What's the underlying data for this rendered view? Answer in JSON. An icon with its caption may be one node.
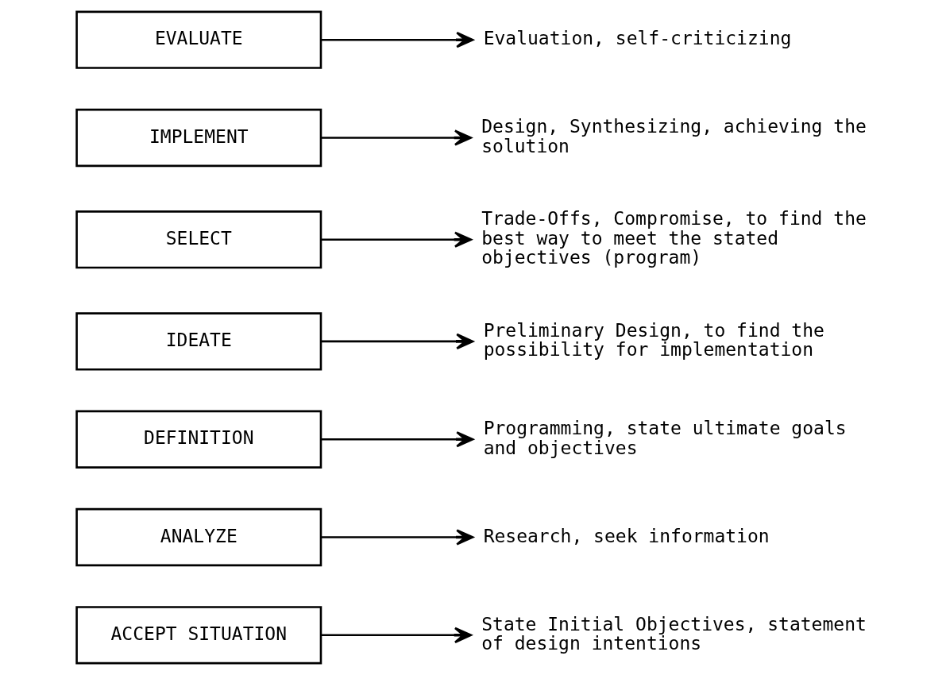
{
  "diagram": {
    "nodes": [
      {
        "text": [
          "ACCEPT SITUATION"
        ]
      },
      {
        "text": [
          "State Initial Objectives, statement of design intentions"
        ]
      },
      {
        "text": [
          "ANALYZE"
        ]
      },
      {
        "text": [
          "Research, seek information"
        ]
      },
      {
        "text": [
          "DEFINITION"
        ]
      },
      {
        "text": [
          "Programming, state ultimate goals and objectives"
        ]
      },
      {
        "text": [
          "IDEATE"
        ]
      },
      {
        "text": [
          "Preliminary Design, to find the possibility for implementation"
        ]
      },
      {
        "text": [
          "SELECT"
        ]
      },
      {
        "text": [
          "Trade-Offs, Compromise, to find the best way to meet the stated objectives (program)"
        ]
      },
      {
        "text": [
          "IMPLEMENT"
        ]
      },
      {
        "text": [
          "Design, Synthesizing, achieving the solution"
        ]
      },
      {
        "text": [
          "EVALUATE"
        ]
      },
      {
        "text": [
          "Evaluation, self-criticizing"
        ]
      }
    ],
    "edges": [
      {
        "from": 0,
        "to": 1,
        "arrow": "to"
      },
      {
        "from": 2,
        "to": 3,
        "arrow": "to"
      },
      {
        "from": 4,
        "to": 5,
        "arrow": "to"
      },
      {
        "from": 6,
        "to": 7,
        "arrow": "to"
      },
      {
        "from": 8,
        "to": 9,
        "arrow": "to"
      },
      {
        "from": 10,
        "to": 11,
        "arrow": "to"
      },
      {
        "from": 12,
        "to": 13,
        "arrow": "to"
      }
    ]
  }
}
